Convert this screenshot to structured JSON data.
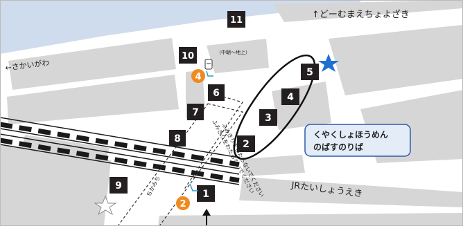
{
  "labels": {
    "north_direction": "↑どーむまえちょよざき",
    "west_direction": "←さかいがわ",
    "underground_note": "（中朝～地上）",
    "bus_stop_title": "くやくしょほうめん",
    "bus_stop_subtitle": "のばすのりば",
    "station_name": "JRたいしょうえき",
    "crossing_text_1": "ふみきりをわたらないでください",
    "crossing_text_2": "ふみきりをわたらないでください",
    "underpass_text": "ちかみち"
  },
  "markers": {
    "exit_1": "1",
    "exit_2": "2",
    "exit_3": "3",
    "exit_4": "4",
    "exit_5": "5",
    "exit_6": "6",
    "exit_7": "7",
    "exit_8": "8",
    "exit_9": "9",
    "exit_10": "10",
    "exit_11": "11",
    "orange_2": "2",
    "orange_4": "4"
  },
  "colors": {
    "river": "#cfdced",
    "block": "#d6d6d6",
    "road": "#ffffff",
    "marker": "#231f20",
    "orange": "#ef8a1f",
    "blue_star": "#1f6fd1",
    "bus_box_fill": "#e3ecf7",
    "bus_box_stroke": "#2e5aa8"
  },
  "icons": {
    "destination": "blue-star-icon",
    "start": "white-star-icon",
    "bus_stop": "bus-stop-icon"
  }
}
